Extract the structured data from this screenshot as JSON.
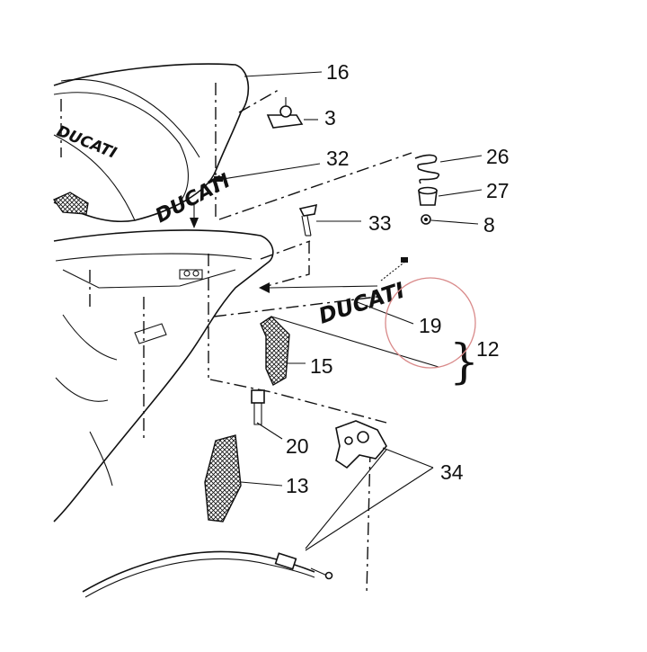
{
  "diagram": {
    "callouts": {
      "c16": "16",
      "c3": "3",
      "c32": "32",
      "c26": "26",
      "c27": "27",
      "c8": "8",
      "c33": "33",
      "c19": "19",
      "c12": "12",
      "c15": "15",
      "c20": "20",
      "c13": "13",
      "c34": "34"
    },
    "group_brace": "}",
    "decals": {
      "seat_side": "DUCATI",
      "seat_back": "DUCATI",
      "tail_sticker": "DUCATI"
    },
    "highlight_color": "#d98a8a",
    "line_color": "#111111"
  }
}
